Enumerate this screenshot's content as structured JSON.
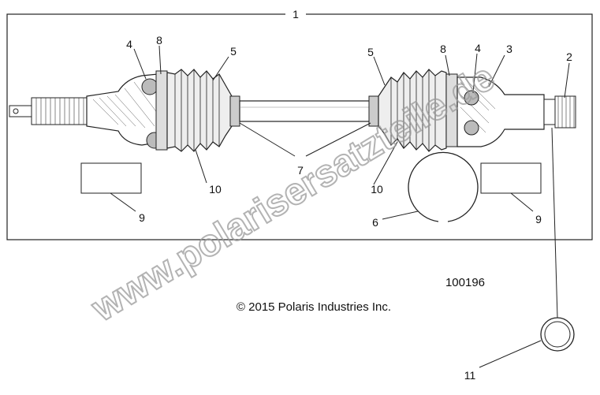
{
  "callouts": {
    "c1": "1",
    "c2": "2",
    "c3": "3",
    "c4_left": "4",
    "c4_right": "4",
    "c5_left": "5",
    "c5_right": "5",
    "c6": "6",
    "c7": "7",
    "c8_left": "8",
    "c8_right": "8",
    "c9_left": "9",
    "c9_right": "9",
    "c10_left": "10",
    "c10_right": "10",
    "c11": "11"
  },
  "figure_number": "100196",
  "copyright": "© 2015 Polaris Industries Inc.",
  "watermark": "www.polarisersatzteile.de"
}
